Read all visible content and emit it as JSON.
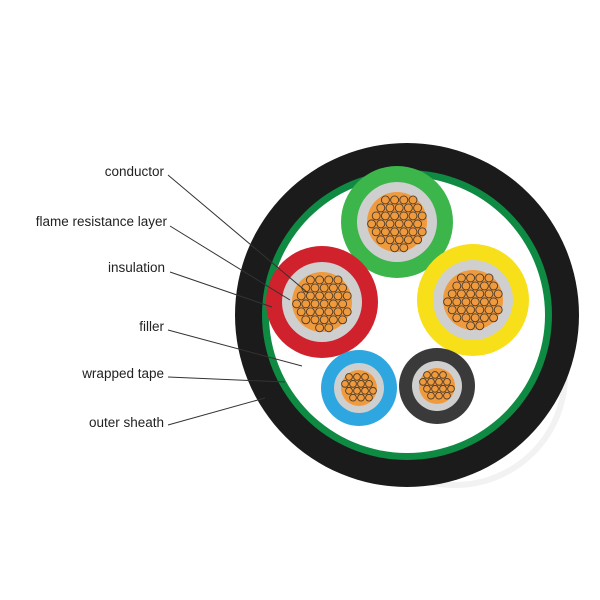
{
  "labels": {
    "conductor": "conductor",
    "flame_resistance_layer": "flame resistance layer",
    "insulation": "insulation",
    "filler": "filler",
    "wrapped_tape": "wrapped tape",
    "outer_sheath": "outer sheath"
  },
  "colors": {
    "outer_sheath": "#1b1b1b",
    "wrapped_tape": "#0e8a43",
    "filler": "#ffffff",
    "flame_resistance_layer": "#cfcfcf",
    "conductor": "#f09a3e",
    "strand_outline": "#4a3a2a",
    "core_green": "#3cb54a",
    "core_red": "#d0222d",
    "core_yellow": "#f7e019",
    "core_blue": "#2ea7e0",
    "core_black": "#3a3a3a"
  }
}
